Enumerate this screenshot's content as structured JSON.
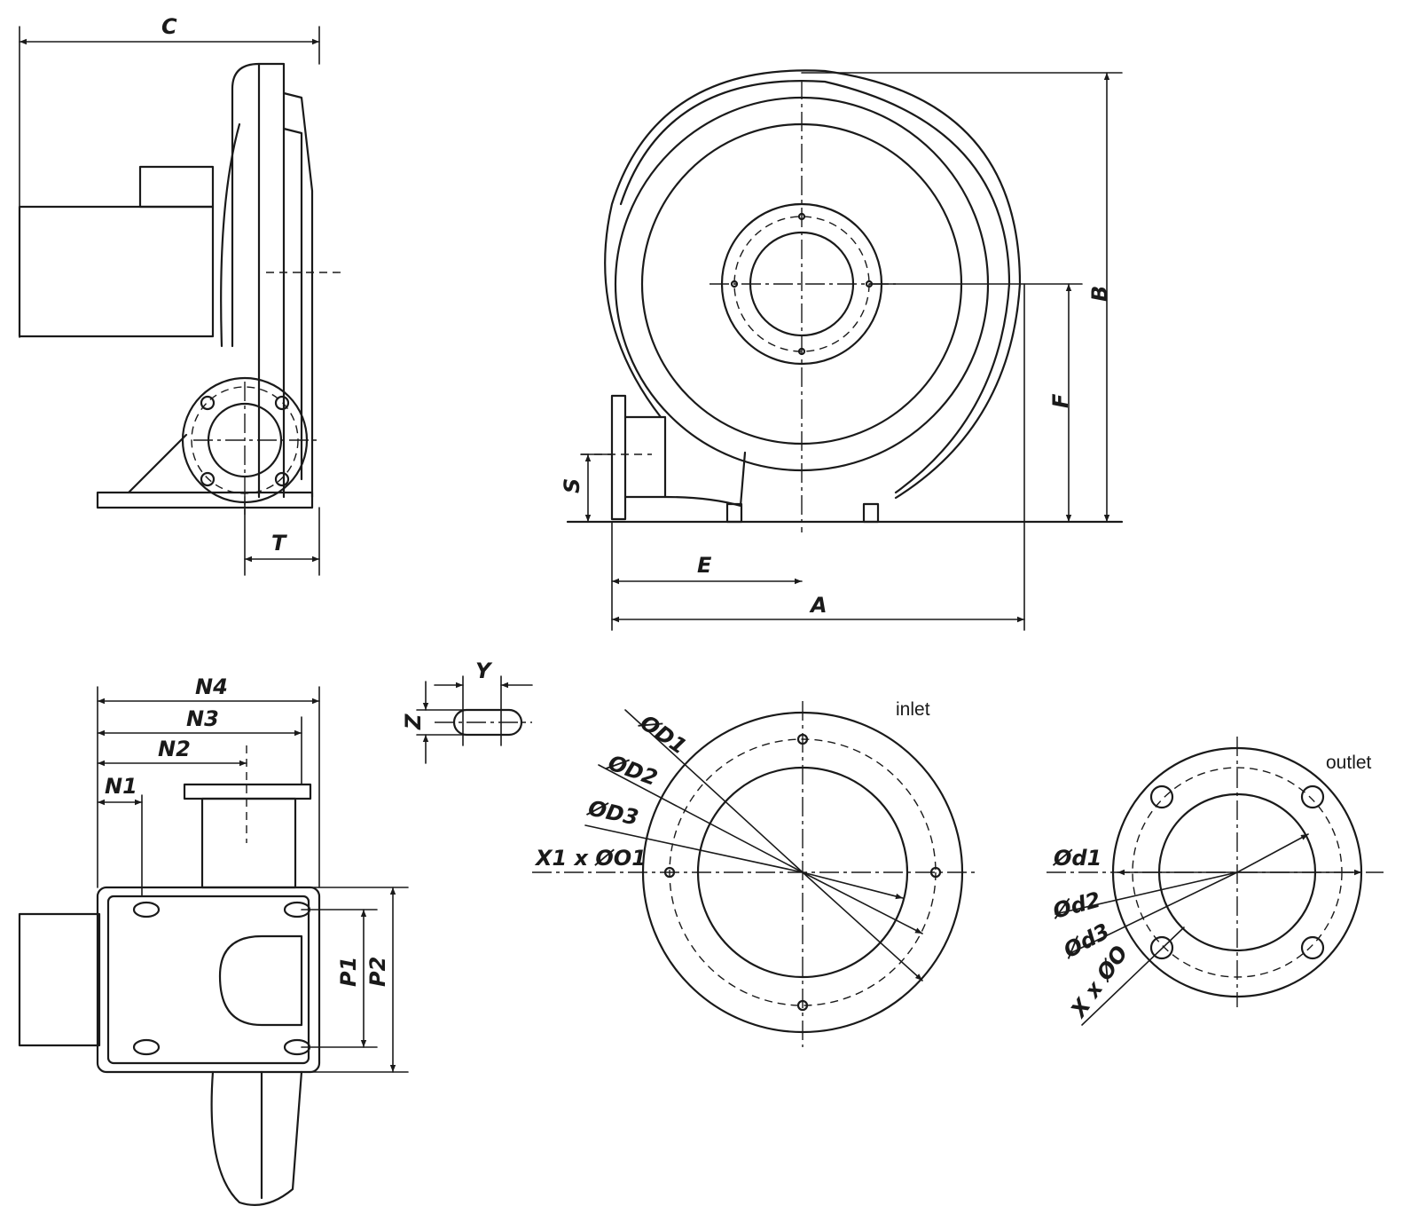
{
  "dimensions": {
    "C": "C",
    "T": "T",
    "B": "B",
    "F": "F",
    "S": "S",
    "E": "E",
    "A": "A",
    "N1": "N1",
    "N2": "N2",
    "N3": "N3",
    "N4": "N4",
    "P1": "P1",
    "P2": "P2",
    "Y": "Y",
    "Z": "Z",
    "D1": "ØD1",
    "D2": "ØD2",
    "D3": "ØD3",
    "X1O1": "X1 x ØO1",
    "d1": "Ød1",
    "d2": "Ød2",
    "d3": "Ød3",
    "XO": "X x ØO"
  },
  "labels": {
    "inlet": "inlet",
    "outlet": "outlet"
  }
}
